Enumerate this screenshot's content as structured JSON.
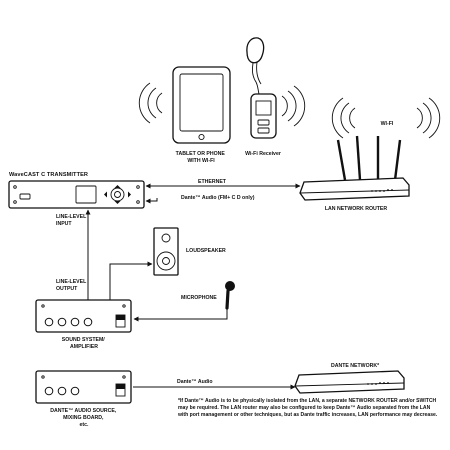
{
  "labels": {
    "tablet": [
      "TABLET OR PHONE",
      "WITH WI-FI"
    ],
    "receiver": "Wi-Fi Receiver",
    "wifi": "WI-FI",
    "transmitter": "WaveCAST C TRANSMITTER",
    "ethernet": "ETHERNET",
    "dante_fm": "Dante™ Audio (FM+ C D only)",
    "router": "LAN NETWORK ROUTER",
    "line_input": [
      "LINE-LEVEL",
      "INPUT"
    ],
    "loudspeaker": "LOUDSPEAKER",
    "line_output": [
      "LINE-LEVEL",
      "OUTPUT"
    ],
    "microphone": "MICROPHONE",
    "amplifier": [
      "SOUND SYSTEM/",
      "AMPLIFIER"
    ],
    "dante_network": "DANTE NETWORK*",
    "dante_audio": "Dante™ Audio",
    "dante_source": [
      "DANTE™ AUDIO SOURCE,",
      "MIXING BOARD,",
      "etc."
    ]
  },
  "footnote": [
    "*If Dante™ Audio is to be physically isolated from the LAN, a separate NETWORK ROUTER and/or SWITCH",
    "may be required.  The LAN router may also be configured to keep Dante™ Audio separated from the LAN",
    "with port management or other techniques, but as Dante traffic increases, LAN performance may decrease."
  ]
}
